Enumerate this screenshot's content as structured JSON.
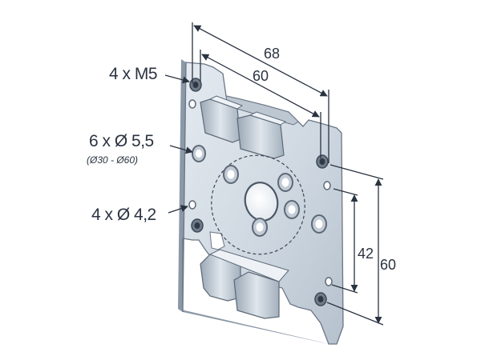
{
  "callouts": {
    "m5": "4 x M5",
    "hole55": "6 x Ø 5,5",
    "hole55_range": "(Ø30 - Ø60)",
    "hole42": "4 x Ø 4,2"
  },
  "dimensions": {
    "outer_width": "68",
    "inner_width": "60",
    "inner_height": "42",
    "outer_height": "60"
  },
  "colors": {
    "plate_fill": "#d2dbe4",
    "plate_shade": "#a9b6c4",
    "plate_edge": "#6b7684",
    "line": "#2a3340"
  }
}
